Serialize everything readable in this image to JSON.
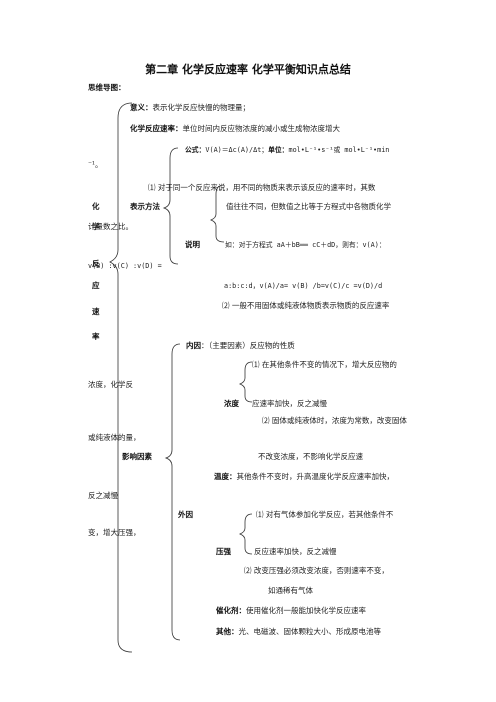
{
  "title": "第二章 化学反应速率   化学平衡知识点总结",
  "mindmap_label": "思维导图：",
  "root_chars": [
    "化",
    "学",
    "反",
    "应",
    "速",
    "率"
  ],
  "section1": {
    "label": "表示方法",
    "meaning_label": "意义：",
    "meaning_text": "表示化学反应快慢的物理量；",
    "rate_label": "化学反应速率：",
    "rate_text": "单位时间内反应物浓度的减小或生成物浓度增大",
    "formula_label": "公式：",
    "formula_text": "V(A)＝Δc(A)/Δt；",
    "unit_label": "单位：",
    "unit_text": "mol•L⁻¹•s⁻¹或 mol•L⁻¹•min",
    "unit_cont": "⁻¹。",
    "note1_line1": "⑴ 对于同一个反应来说，用不同的物质来表示该反应的速率时，其数",
    "note1_line2": "值往往不同，但数值之比等于方程式中各物质化学",
    "note1_line3": "计量数之比。",
    "explain_label": "说明",
    "note1_line4": "如：对于方程式 aA＋bB══ cC＋dD，则有：v(A)：",
    "note1_line5": "v(B) :v(C) :v(D) =",
    "note1_line6": "a:b:c:d，v(A)/a= v(B) /b=v(C)/c =v(D)/d",
    "note2": "⑵ 一般不用固体或纯液体物质表示物质的反应速率"
  },
  "section2": {
    "label": "影响因素",
    "internal_label": "内因",
    "internal_text": "：（主要因素）反应物的性质",
    "external_label": "外因",
    "conc_label": "浓度",
    "conc_1a": "⑴ 在其他条件不变的情况下，增大反应物的",
    "conc_1b": "浓度，化学反",
    "conc_1c": "应速率加快，反之减慢",
    "conc_2a": "⑵ 固体或纯液体时，浓度为常数，改变固体",
    "conc_2b": "或纯液体的量，",
    "conc_2c": "不改变浓度，不影响化学反应速",
    "temp_label": "温度：",
    "temp_text_a": "其他条件不变时，升高温度化学反应速率加快，",
    "temp_text_b": "反之减慢",
    "press_label": "压强",
    "press_1a": "⑴ 对有气体参加化学反应，若其他条件不",
    "press_1b": "变，增大压强，",
    "press_1c": "反应速率加快，反之减慢",
    "press_2a": "⑵ 改变压强必须改变浓度，否则速率不变，",
    "press_2b": "如通稀有气体",
    "cat_label": "催化剂：",
    "cat_text": "使用催化剂一般能加快化学反应速率",
    "other_label": "其他：",
    "other_text": "光、电磁波、固体颗粒大小、形成原电池等"
  }
}
